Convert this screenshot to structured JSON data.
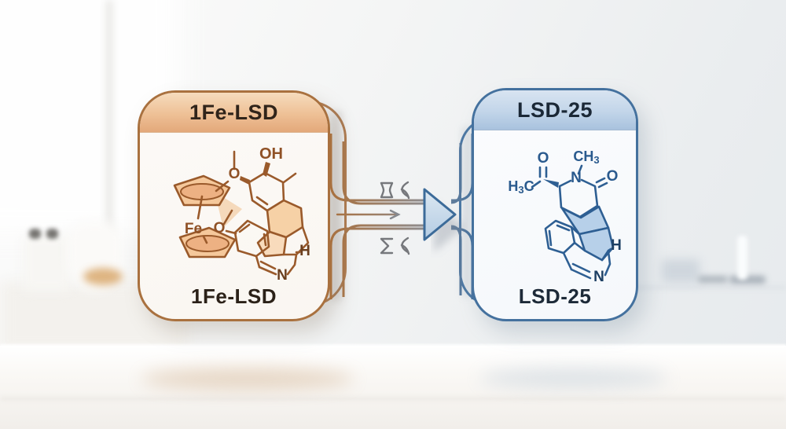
{
  "diagram": {
    "left_card": {
      "title": "1Fe-LSD",
      "caption": "1Fe-LSD",
      "atoms": {
        "oh": "OH",
        "o_methoxy": "O",
        "fe": "Fe",
        "o_bridge": "O",
        "h": "H",
        "n": "N"
      }
    },
    "right_card": {
      "title": "LSD-25",
      "caption": "LSD-25",
      "atoms": {
        "o_acetyl": "O",
        "n_methyl_pre": "CH",
        "n_methyl_sub": "3",
        "n_ring": "N",
        "o_amide": "O",
        "methyl_h": "H",
        "methyl_sub": "3",
        "methyl_c": "C",
        "h": "H",
        "n_bottom": "N"
      }
    },
    "connector": {
      "label_top": "⧖≺",
      "label_bottom": "Σ≺"
    }
  },
  "colors": {
    "left_accent": "#a9713f",
    "left_header_top": "#f6dcbd",
    "left_header_bottom": "#e3a87a",
    "left_molecule": "#9a5a2b",
    "right_accent": "#44719e",
    "right_header_top": "#d8e4f1",
    "right_header_bottom": "#a8c2de",
    "right_molecule": "#2e5f93",
    "arrow_outline": "#3c6b99",
    "arrow_fill_top": "#dce8f2",
    "arrow_fill_bottom": "#b4cce3",
    "condition_glyph": "#76787c"
  }
}
